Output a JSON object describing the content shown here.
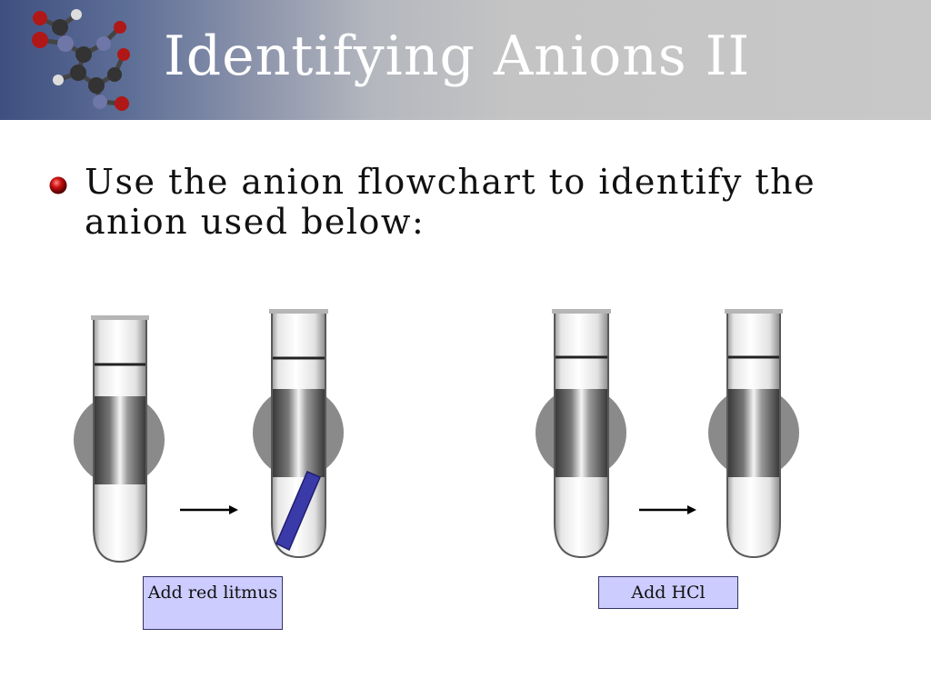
{
  "slide": {
    "title": "Identifying Anions II",
    "bullet": "Use the anion flowchart to identify the anion used below:"
  },
  "experiments": [
    {
      "label": "Add red litmus",
      "result_icon": "blue-litmus-strip"
    },
    {
      "label": "Add HCl",
      "result_icon": "no-change"
    }
  ],
  "colors": {
    "header_left": "#3f4f80",
    "header_right": "#c8c8c8",
    "label_fill": "#ccccff",
    "litmus_blue": "#3a3aa8",
    "bullet_red": "#cc1111"
  }
}
